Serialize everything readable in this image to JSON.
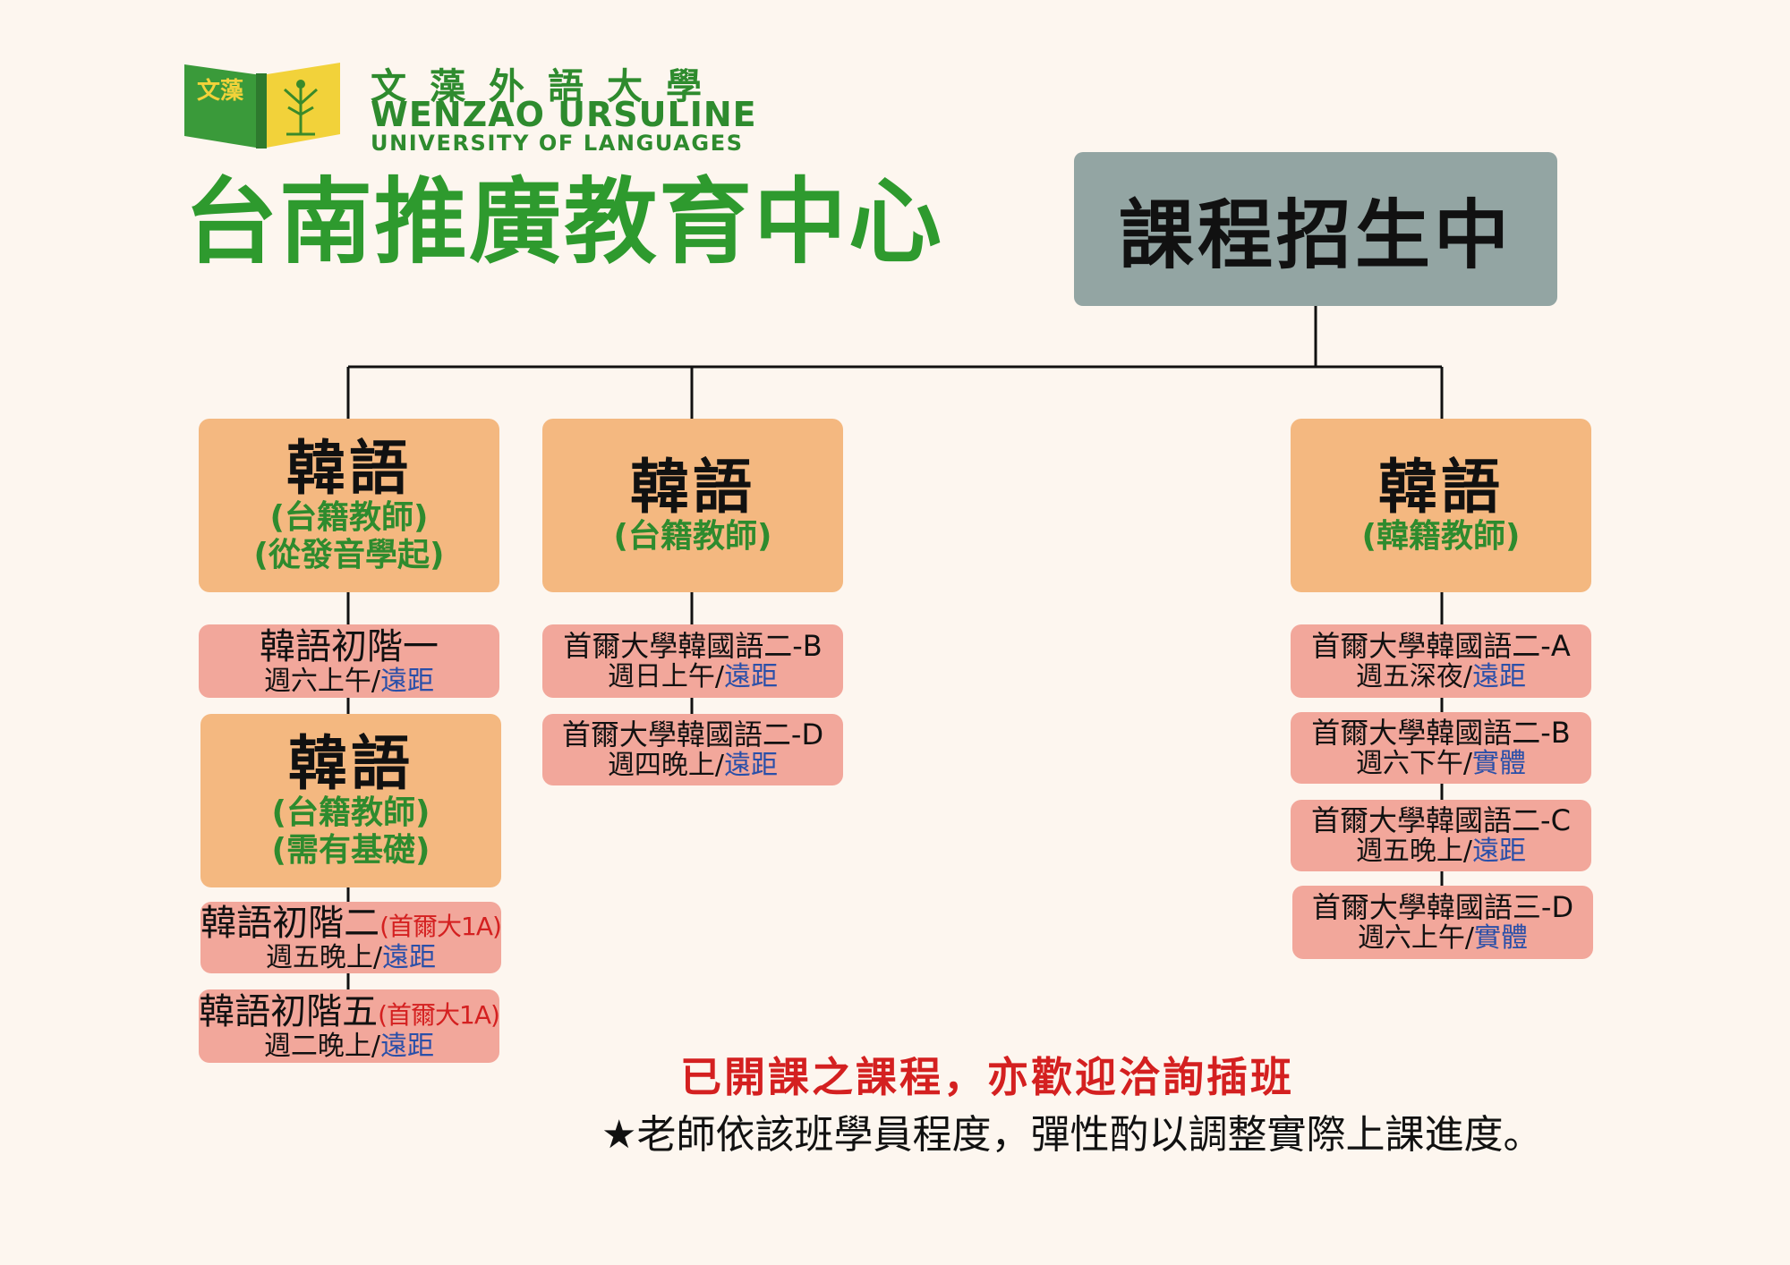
{
  "logo": {
    "chinese": "文藻外語大學",
    "english_line1": "WENZAO URSULINE",
    "english_line2": "UNIVERSITY OF LANGUAGES",
    "book_text": "文藻"
  },
  "center_title": "台南推廣教育中心",
  "root": {
    "label": "課程招生中"
  },
  "categories": [
    {
      "title": "韓語",
      "sub1": "(台籍教師)",
      "sub2": "(從發音學起)"
    },
    {
      "title": "韓語",
      "sub1": "(台籍教師)",
      "sub2": "(需有基礎)"
    },
    {
      "title": "韓語",
      "sub1": "(台籍教師)"
    },
    {
      "title": "韓語",
      "sub1": "(韓籍教師)"
    }
  ],
  "courses": [
    {
      "name": "韓語初階一",
      "schedule": "週六上午/",
      "mode": "遠距"
    },
    {
      "name": "韓語初階二",
      "tag": "(首爾大1A)",
      "schedule": "週五晚上/",
      "mode": "遠距"
    },
    {
      "name": "韓語初階五",
      "tag": "(首爾大1A)",
      "schedule": "週二晚上/",
      "mode": "遠距"
    },
    {
      "name": "首爾大學韓國語二-B",
      "schedule": "週日上午/",
      "mode": "遠距"
    },
    {
      "name": "首爾大學韓國語二-D",
      "schedule": "週四晚上/",
      "mode": "遠距"
    },
    {
      "name": "首爾大學韓國語二-A",
      "schedule": "週五深夜/",
      "mode": "遠距"
    },
    {
      "name": "首爾大學韓國語二-B",
      "schedule": "週六下午/",
      "mode": "實體"
    },
    {
      "name": "首爾大學韓國語二-C",
      "schedule": "週五晚上/",
      "mode": "遠距"
    },
    {
      "name": "首爾大學韓國語三-D",
      "schedule": "週六上午/",
      "mode": "實體"
    }
  ],
  "notice": "已開課之課程，亦歡迎洽詢插班",
  "note": "★老師依該班學員程度，彈性酌以調整實際上課進度。",
  "colors": {
    "background": "#fdf6ef",
    "brand_green": "#2e8b2e",
    "root_box": "#93a5a3",
    "category_box": "#f4b880",
    "course_box": "#f2a79b",
    "remote_blue": "#2a4fa8",
    "notice_red": "#d42020"
  }
}
